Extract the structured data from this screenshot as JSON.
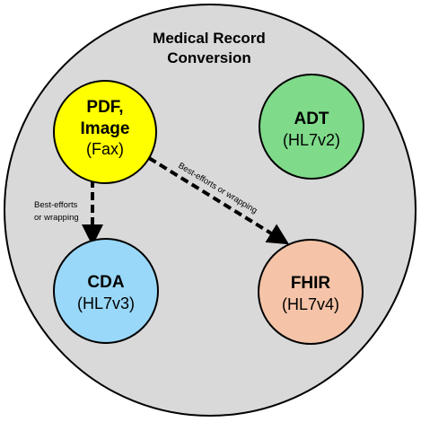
{
  "diagram": {
    "title_line1": "Medical Record",
    "title_line2": "Conversion",
    "colors": {
      "container_fill": "#d9d9d9",
      "outline": "#000000",
      "pdf_fill": "#ffff00",
      "adt_fill": "#7fdb8a",
      "cda_fill": "#99d8f8",
      "fhir_fill": "#f5c4a8"
    },
    "nodes": {
      "pdf": {
        "line1": "PDF,",
        "line2": "Image",
        "line3": "(Fax)"
      },
      "adt": {
        "line1": "ADT",
        "line2": "(HL7v2)"
      },
      "cda": {
        "line1": "CDA",
        "line2": "(HL7v3)"
      },
      "fhir": {
        "line1": "FHIR",
        "line2": "(HL7v4)"
      }
    },
    "edges": {
      "pdf_to_cda": {
        "label_line1": "Best-efforts",
        "label_line2": "or wrapping"
      },
      "pdf_to_fhir": {
        "label": "Best-efforts or wrapping"
      }
    }
  }
}
